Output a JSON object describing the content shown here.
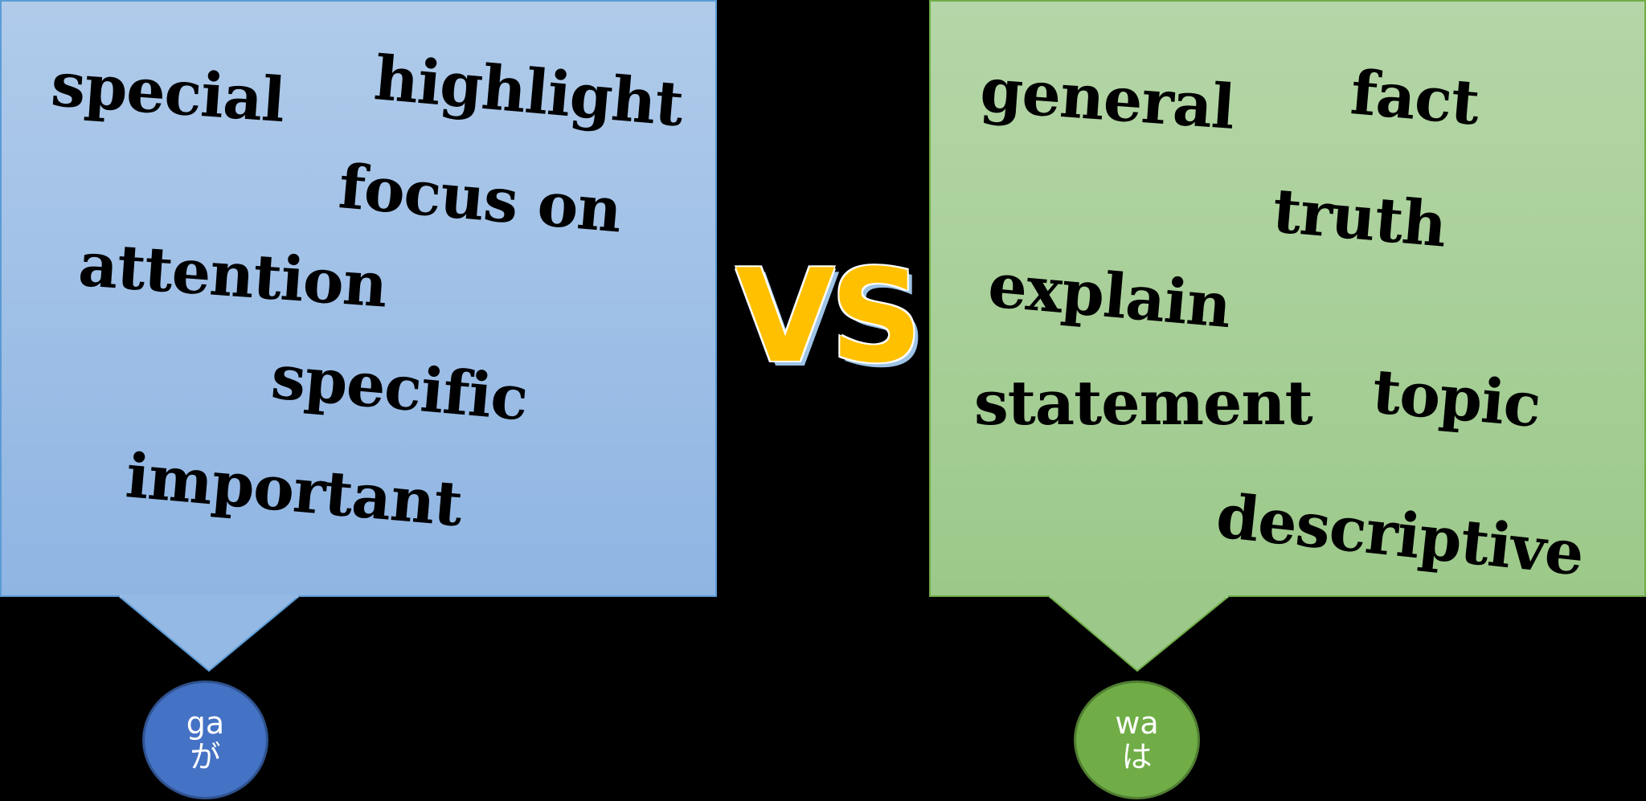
{
  "left_panel": {
    "label_latin": "ga",
    "label_kana": "が",
    "fill_color": "#9dc3e6",
    "circle_color": "#4472c4",
    "words": [
      "special",
      "highlight",
      "focus on",
      "attention",
      "specific",
      "important"
    ]
  },
  "center": {
    "vs_text": "VS",
    "vs_color": "#ffc000"
  },
  "right_panel": {
    "label_latin": "wa",
    "label_kana": "は",
    "fill_color": "#a9d18e",
    "circle_color": "#70ad47",
    "words": [
      "general",
      "fact",
      "truth",
      "explain",
      "statement",
      "topic",
      "descriptive"
    ]
  }
}
